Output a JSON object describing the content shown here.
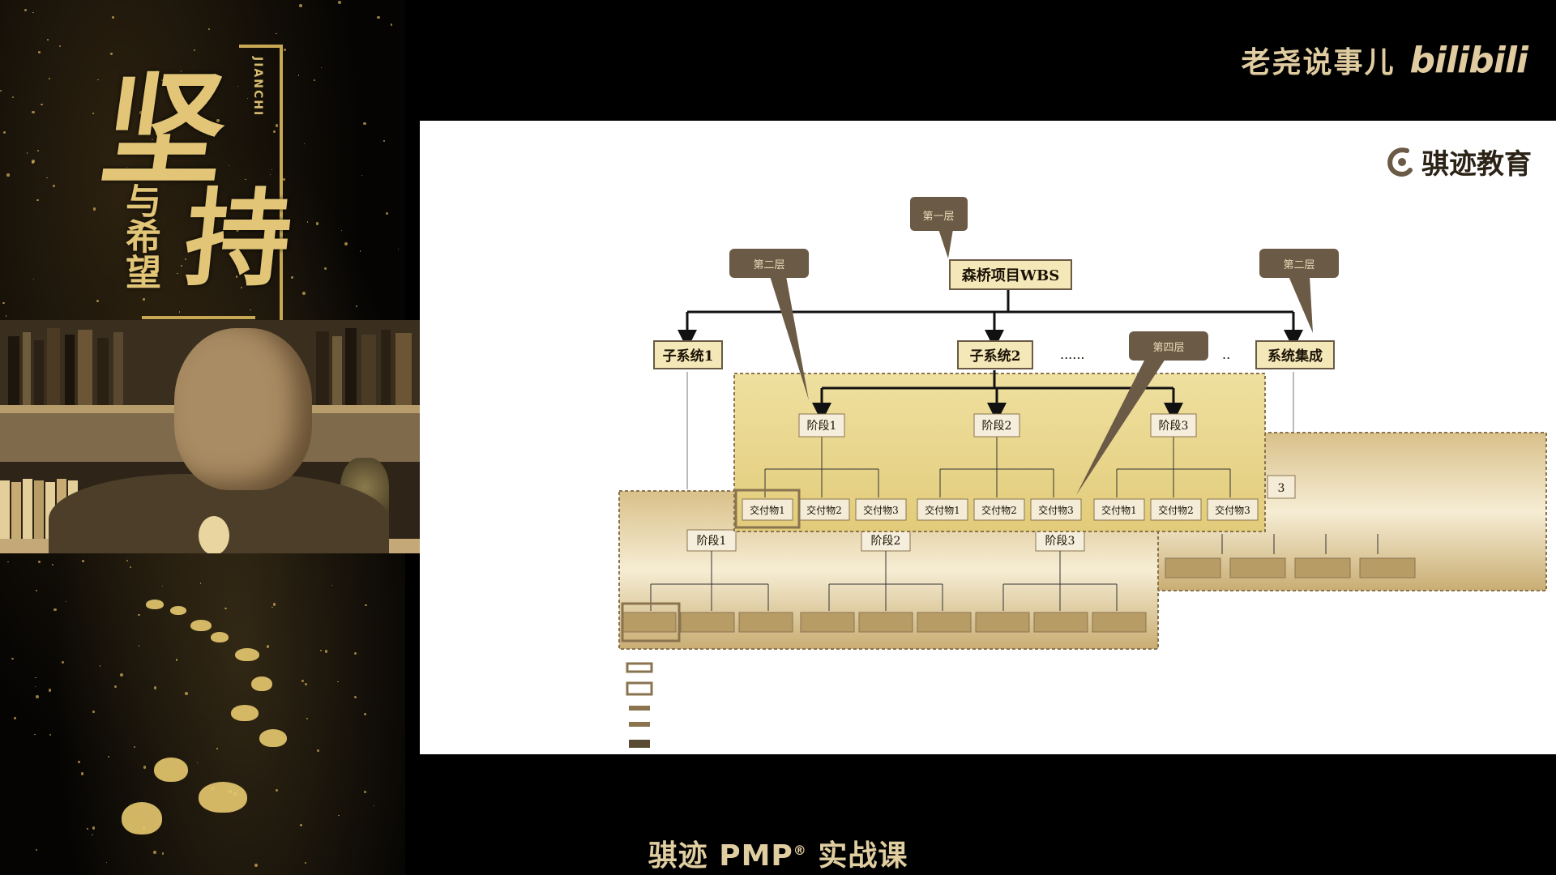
{
  "channel": {
    "name": "老尧说事儿",
    "platform_logo": "bilibili"
  },
  "left_panel": {
    "title_main_1": "坚",
    "title_main_2": "持",
    "title_sub": "与希望",
    "title_pinyin": "JIANCHI",
    "decor": [
      "footprints-graphic",
      "sparkle-particles"
    ]
  },
  "webcam": {
    "description_icon": "presenter-video"
  },
  "slide": {
    "brand": "骐迹教育",
    "brand_icon": "qiji-logo-icon",
    "wbs": {
      "root": "森桥项目WBS",
      "callouts": {
        "level1": "第一层",
        "level2_left": "第二层",
        "level2_right": "第二层",
        "level4": "第四层"
      },
      "level2": [
        "子系统1",
        "子系统2",
        "系统集成"
      ],
      "ellipsis_a": "......",
      "ellipsis_b": "..",
      "phases_front": [
        "阶段1",
        "阶段2",
        "阶段3"
      ],
      "deliverables_front": [
        "交付物1",
        "交付物2",
        "交付物3",
        "交付物1",
        "交付物2",
        "交付物3",
        "交付物1",
        "交付物2",
        "交付物3"
      ],
      "phases_back": [
        "阶段1",
        "阶段2",
        "阶段3"
      ],
      "back_right_label": "3"
    }
  },
  "caption": {
    "text_before": "骐迹 PMP",
    "registered": "®",
    "text_after": " 实战课"
  },
  "colors": {
    "gold": "#e0cca0",
    "panel_yellow": "#e9d98a",
    "node_fill": "#f4e7b8",
    "callout": "#6b5a45"
  }
}
